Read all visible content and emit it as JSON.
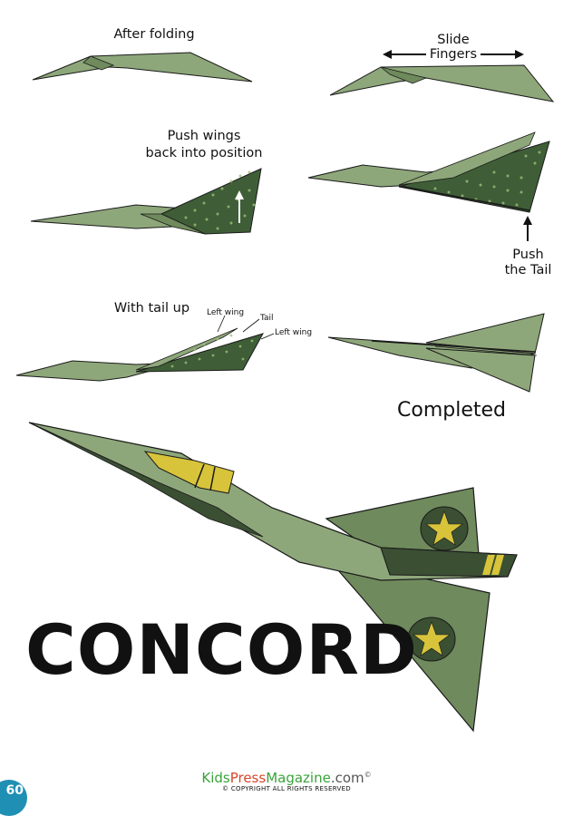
{
  "steps": {
    "after_folding": "After folding",
    "slide_line1": "Slide",
    "slide_line2": "Fingers",
    "push_wings_line1": "Push wings",
    "push_wings_line2": "back into position",
    "push_tail_line1": "Push",
    "push_tail_line2": "the Tail",
    "with_tail_up": "With tail up",
    "left_wing_top": "Left wing",
    "tail": "Tail",
    "left_wing_bottom": "Left wing",
    "completed": "Completed"
  },
  "title": "CONCORD",
  "footer": {
    "brand_kids": "Kids",
    "brand_press": "Press",
    "brand_magazine": "Magazine",
    "brand_com": ".com",
    "brand_mark": "©",
    "copyright_mark": "©",
    "copyright": "COPYRIGHT ALL RIGHTS RESERVED",
    "page_number": "60"
  },
  "colors": {
    "paper_green": "#8ea77a",
    "dark_green": "#3f5e37",
    "jet_green": "#6f8a5c",
    "jet_dark": "#3b4f33",
    "yellow": "#d8c43a",
    "outline": "#1a1a1a",
    "brand_green": "#3aa33a",
    "brand_red": "#d8462a",
    "badge_blue": "#1f8fb3"
  }
}
